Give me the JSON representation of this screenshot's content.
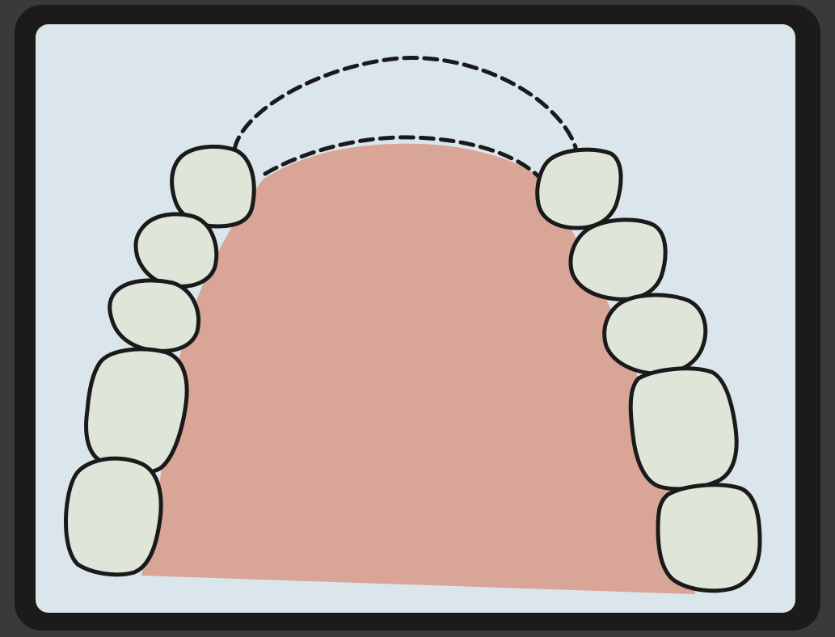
{
  "figure": {
    "kind": "dental-arch-diagram",
    "view": "occlusal",
    "colors": {
      "background": "#dbe5ec",
      "frame": "#1b1b1b",
      "palate": "#d8a596",
      "tooth_fill": "#dfe6d9",
      "outline": "#1a1a1a"
    },
    "teeth_left": [
      "tooth-l1",
      "tooth-l2",
      "tooth-l3",
      "tooth-l4",
      "tooth-l5"
    ],
    "teeth_right": [
      "tooth-r1",
      "tooth-r2",
      "tooth-r3",
      "tooth-r4",
      "tooth-r5"
    ],
    "missing_region": "anterior-edentulous-span",
    "missing_outline_style": "dashed"
  }
}
